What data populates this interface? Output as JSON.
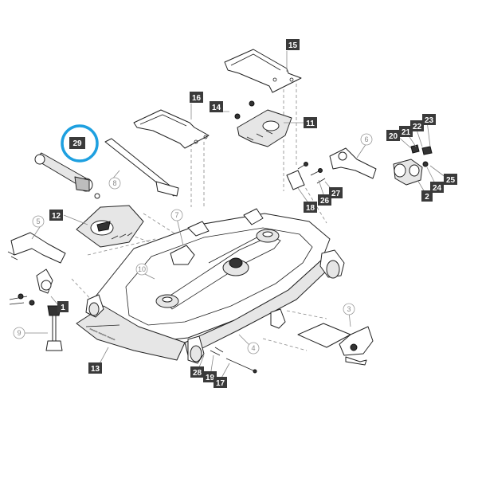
{
  "diagram": {
    "part_tags": [
      {
        "id": "t15",
        "label": "15"
      },
      {
        "id": "t16",
        "label": "16"
      },
      {
        "id": "t14",
        "label": "14"
      },
      {
        "id": "t11",
        "label": "11"
      },
      {
        "id": "t29",
        "label": "29"
      },
      {
        "id": "t12",
        "label": "12"
      },
      {
        "id": "t1",
        "label": "1"
      },
      {
        "id": "t13",
        "label": "13"
      },
      {
        "id": "t28",
        "label": "28"
      },
      {
        "id": "t19",
        "label": "19"
      },
      {
        "id": "t17",
        "label": "17"
      },
      {
        "id": "t18",
        "label": "18"
      },
      {
        "id": "t26",
        "label": "26"
      },
      {
        "id": "t27",
        "label": "27"
      },
      {
        "id": "t20",
        "label": "20"
      },
      {
        "id": "t21",
        "label": "21"
      },
      {
        "id": "t22",
        "label": "22"
      },
      {
        "id": "t23",
        "label": "23"
      },
      {
        "id": "t24",
        "label": "24"
      },
      {
        "id": "t25",
        "label": "25"
      },
      {
        "id": "t2",
        "label": "2"
      }
    ],
    "callouts": [
      {
        "id": "c8",
        "label": "8"
      },
      {
        "id": "c7",
        "label": "7"
      },
      {
        "id": "c5",
        "label": "5"
      },
      {
        "id": "c6",
        "label": "6"
      },
      {
        "id": "c10",
        "label": "10"
      },
      {
        "id": "c9",
        "label": "9"
      },
      {
        "id": "c3",
        "label": "3"
      },
      {
        "id": "c4",
        "label": "4"
      }
    ],
    "highlighted_part": "29",
    "highlight_color": "#1ea0e0",
    "tag_color": "#3a3a3a",
    "callout_color": "#9a9a9a"
  }
}
